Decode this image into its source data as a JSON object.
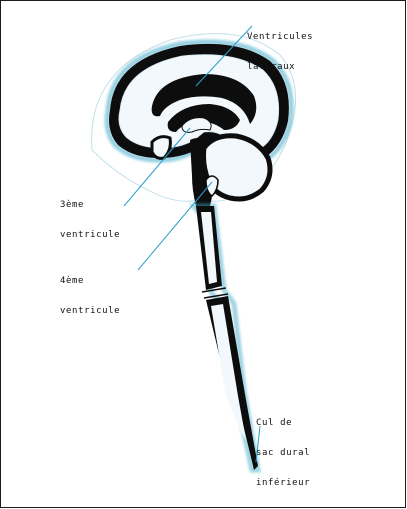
{
  "diagram": {
    "labels": {
      "lateral_ventricles": [
        "Ventricules",
        "latéraux"
      ],
      "third_ventricle": [
        "3ème",
        "ventricule"
      ],
      "fourth_ventricle": [
        "4ème",
        "ventricule"
      ],
      "dural_sac": [
        "Cul de",
        "sac dural",
        "inférieur"
      ]
    },
    "colors": {
      "csf_fill": "#e8f3f8",
      "csf_blue": "#3fa9c9",
      "tissue": "#0d0d0d",
      "leader_line": "#2a9fd0"
    }
  }
}
